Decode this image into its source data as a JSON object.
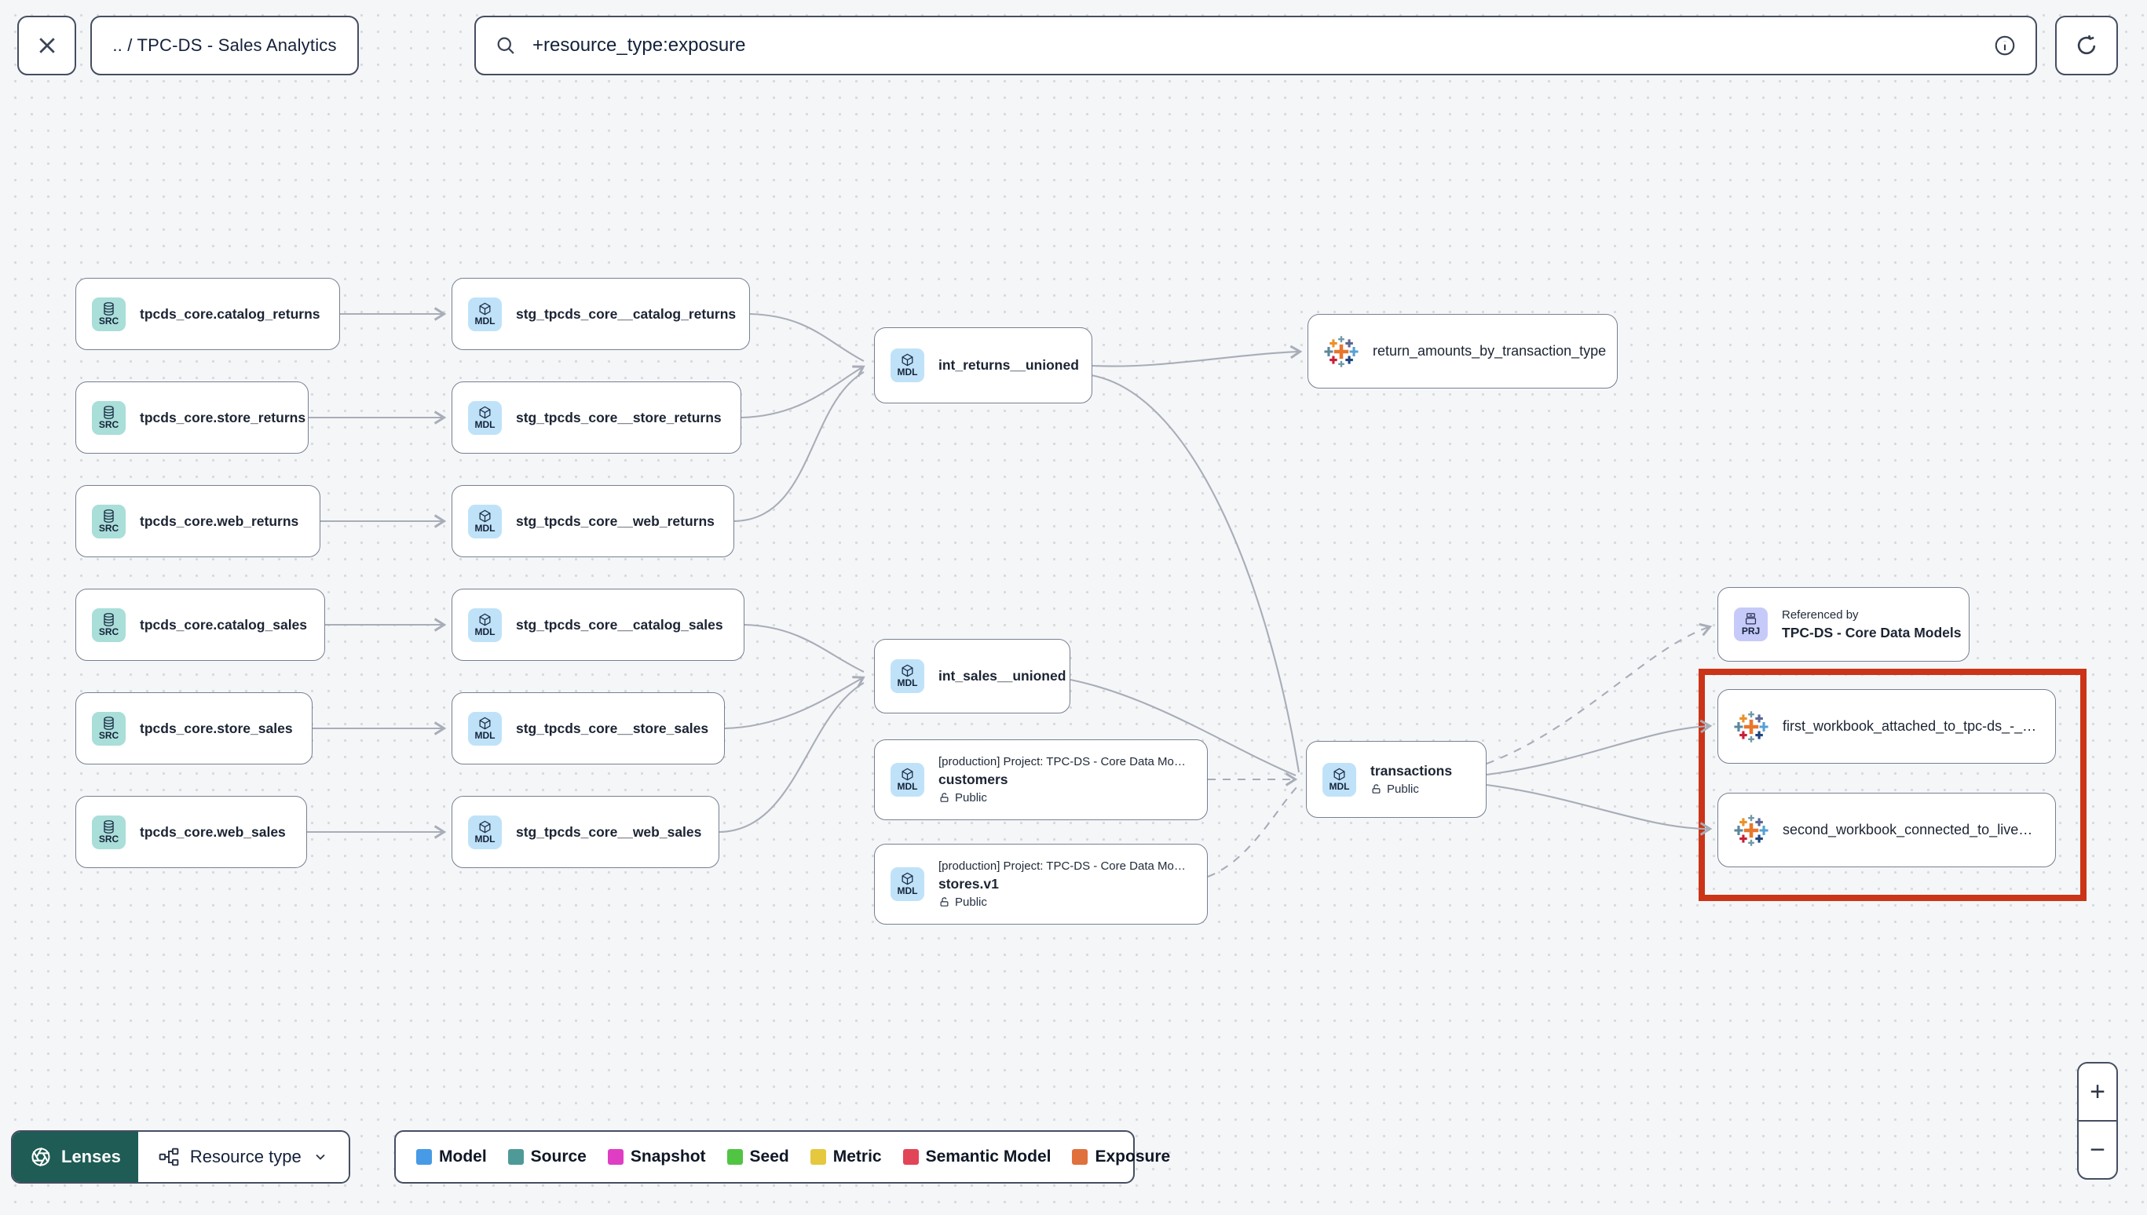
{
  "topbar": {
    "breadcrumb": ".. / TPC-DS - Sales Analytics",
    "search": {
      "value": "+resource_type:exposure"
    }
  },
  "badges": {
    "source": "SRC",
    "model": "MDL",
    "project": "PRJ"
  },
  "graph": {
    "sources": [
      {
        "label": "tpcds_core.catalog_returns"
      },
      {
        "label": "tpcds_core.store_returns"
      },
      {
        "label": "tpcds_core.web_returns"
      },
      {
        "label": "tpcds_core.catalog_sales"
      },
      {
        "label": "tpcds_core.store_sales"
      },
      {
        "label": "tpcds_core.web_sales"
      }
    ],
    "staging": [
      {
        "label": "stg_tpcds_core__catalog_returns"
      },
      {
        "label": "stg_tpcds_core__store_returns"
      },
      {
        "label": "stg_tpcds_core__web_returns"
      },
      {
        "label": "stg_tpcds_core__catalog_sales"
      },
      {
        "label": "stg_tpcds_core__store_sales"
      },
      {
        "label": "stg_tpcds_core__web_sales"
      }
    ],
    "int_returns": {
      "label": "int_returns__unioned"
    },
    "int_sales": {
      "label": "int_sales__unioned"
    },
    "exposure_returns": {
      "label": "return_amounts_by_transaction_type"
    },
    "customers": {
      "project": "[production] Project: TPC-DS - Core Data Mo…",
      "label": "customers",
      "access": "Public"
    },
    "stores": {
      "project": "[production] Project: TPC-DS - Core Data Mo…",
      "label": "stores.v1",
      "access": "Public"
    },
    "transactions": {
      "label": "transactions",
      "access": "Public"
    },
    "referenced_by": {
      "title": "Referenced by",
      "label": "TPC-DS - Core Data Models"
    },
    "workbook_first": {
      "label": "first_workbook_attached_to_tpc-ds_-_…"
    },
    "workbook_second": {
      "label": "second_workbook_connected_to_live…"
    }
  },
  "footer": {
    "lenses_label": "Lenses",
    "resource_type_label": "Resource type",
    "legend": [
      {
        "label": "Model",
        "color": "#479ae6"
      },
      {
        "label": "Source",
        "color": "#4e9a98"
      },
      {
        "label": "Snapshot",
        "color": "#df3ec4"
      },
      {
        "label": "Seed",
        "color": "#52c443"
      },
      {
        "label": "Metric",
        "color": "#e6c83e"
      },
      {
        "label": "Semantic Model",
        "color": "#e24458"
      },
      {
        "label": "Exposure",
        "color": "#e0703c"
      }
    ]
  },
  "colors": {
    "highlight": "#cb3416",
    "edge": "#a8adb8"
  },
  "controls": {
    "zoom_in": "+",
    "zoom_out": "−"
  }
}
